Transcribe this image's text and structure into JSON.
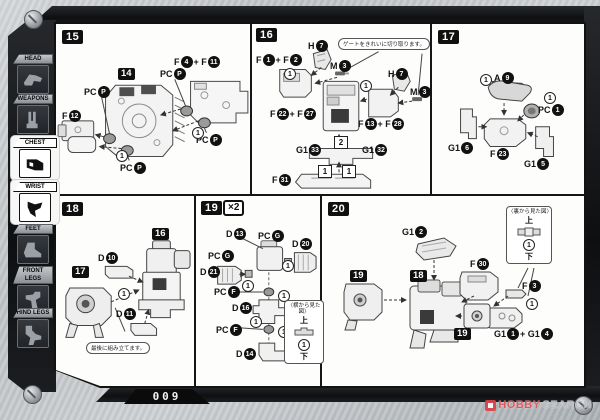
{
  "page": {
    "number": "009"
  },
  "watermark": {
    "hobby": "HOBBY",
    "search": "SEARCH",
    "accent_color": "#d8444a"
  },
  "sidebar": {
    "items": [
      {
        "label": "HEAD",
        "active": false
      },
      {
        "label": "WEAPONS",
        "active": false
      },
      {
        "label": "CHEST",
        "active": true
      },
      {
        "label": "WRIST",
        "active": true
      },
      {
        "label": "FEET",
        "active": false
      },
      {
        "label": "FRONT LEGS",
        "active": false
      },
      {
        "label": "HIND LEGS",
        "active": false
      }
    ]
  },
  "panels": {
    "p15": {
      "step": "15",
      "refs": [
        "14"
      ],
      "labels": [
        [
          "PC ",
          "#P"
        ],
        [
          "F ",
          "#12"
        ],
        [
          "F ",
          "#4",
          " + F ",
          "#11"
        ],
        [
          "PC ",
          "#P"
        ],
        [
          "PC ",
          "#P"
        ],
        [
          "PC ",
          "#P"
        ],
        [
          "@1"
        ],
        [
          "@1"
        ]
      ]
    },
    "p16": {
      "step": "16",
      "note": "ゲートをきれいに切り取ります。",
      "labels": [
        [
          "F ",
          "#1",
          " + F ",
          "#2"
        ],
        [
          "H ",
          "#7"
        ],
        [
          "M ",
          "#3"
        ],
        [
          "H ",
          "#7"
        ],
        [
          "M ",
          "#3"
        ],
        [
          "@1"
        ],
        [
          "@1"
        ],
        [
          "F ",
          "#22",
          " + F ",
          "#27"
        ],
        [
          "F ",
          "#13",
          " + F ",
          "#28"
        ],
        [
          "[2"
        ],
        [
          "G1 ",
          "#33"
        ],
        [
          "G1 ",
          "#32"
        ],
        [
          "[1"
        ],
        [
          "[1"
        ],
        [
          "F ",
          "#31"
        ]
      ]
    },
    "p17": {
      "step": "17",
      "labels": [
        [
          "@1"
        ],
        [
          "A ",
          "#9"
        ],
        [
          "@1"
        ],
        [
          "PC ",
          "#1"
        ],
        [
          "G1 ",
          "#6"
        ],
        [
          "F ",
          "#23"
        ],
        [
          "G1 ",
          "#5"
        ]
      ]
    },
    "p18": {
      "step": "18",
      "refs": [
        "16",
        "17"
      ],
      "note": "最後に組み立てます。",
      "labels": [
        [
          "D ",
          "#10"
        ],
        [
          "@1"
        ],
        [
          "D ",
          "#11"
        ]
      ]
    },
    "p19": {
      "step": "19",
      "multiplier": "×2",
      "labels": [
        [
          "D ",
          "#13"
        ],
        [
          "PC ",
          "#G"
        ],
        [
          "D ",
          "#20"
        ],
        [
          "PC ",
          "#G"
        ],
        [
          "D ",
          "#21"
        ],
        [
          "@1"
        ],
        [
          "@1"
        ],
        [
          "PC ",
          "#F"
        ],
        [
          "@1"
        ],
        [
          "D ",
          "#16"
        ],
        [
          "@1"
        ],
        [
          "PC ",
          "#F"
        ],
        [
          "@1"
        ],
        [
          "D ",
          "#14"
        ]
      ],
      "sideview": {
        "title": "〈横から見た図〉",
        "up_label": "上",
        "down_label": "下",
        "order": "1"
      }
    },
    "p20": {
      "step": "20",
      "refs": [
        "19",
        "18",
        "19"
      ],
      "labels": [
        [
          "G1 ",
          "#2"
        ],
        [
          "F ",
          "#30"
        ],
        [
          "F ",
          "#3"
        ],
        [
          "@1"
        ],
        [
          "G1 ",
          "#1",
          " + G1 ",
          "#4"
        ]
      ],
      "sideview": {
        "title": "〈裏から見た図〉",
        "up_label": "上",
        "down_label": "下",
        "order": "1"
      }
    }
  }
}
